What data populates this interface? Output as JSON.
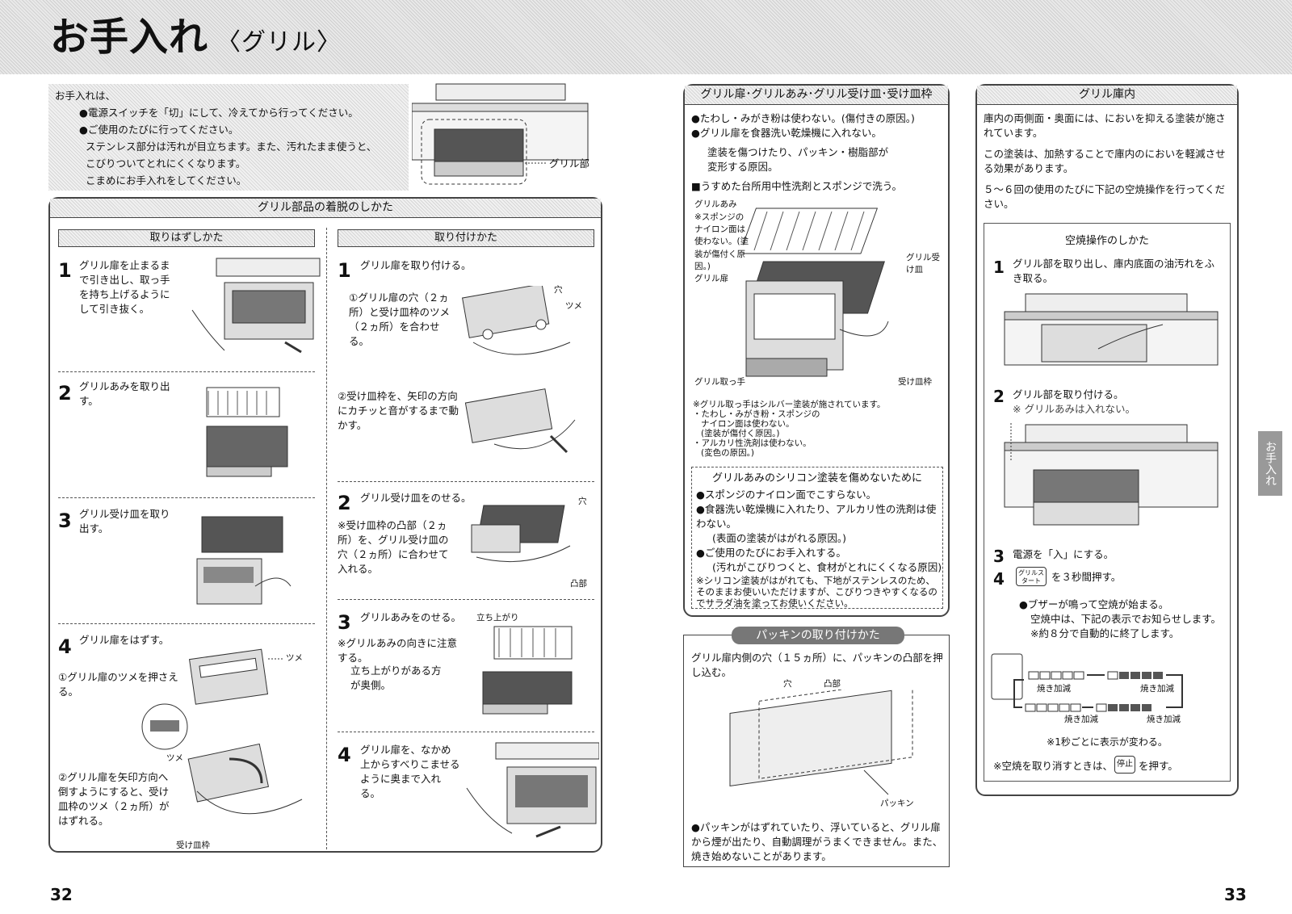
{
  "header": {
    "title": "お手入れ",
    "subtitle": "〈グリル〉"
  },
  "intro": {
    "lead": "お手入れは、",
    "b1": "●電源スイッチを「切」にして、冷えてから行ってください。",
    "b2": "●ご使用のたびに行ってください。",
    "l3": "ステンレス部分は汚れが目立ちます。また、汚れたまま使うと、",
    "l4": "こびりついてとれにくくなります。",
    "l5": "こまめにお手入れをしてください。",
    "label": "グリル部"
  },
  "parts": {
    "title": "グリル部品の着脱のしかた",
    "remove": {
      "title": "取りはずしかた",
      "s1": {
        "num": "1",
        "text": "グリル扉を止まるまで引き出し、取っ手を持ち上げるようにして引き抜く。"
      },
      "s2": {
        "num": "2",
        "text": "グリルあみを取り出す。"
      },
      "s3": {
        "num": "3",
        "text": "グリル受け皿を取り出す。"
      },
      "s4": {
        "num": "4",
        "text": "グリル扉をはずす。",
        "sub1": "①グリル扉のツメを押さえる。",
        "sub2": "②グリル扉を矢印方向へ倒すようにすると、受け皿枠のツメ（２ヵ所）がはずれる。",
        "tsume": "ツメ",
        "tsume2": "ツメ",
        "ukezara": "受け皿枠"
      }
    },
    "attach": {
      "title": "取り付けかた",
      "s1": {
        "num": "1",
        "text": "グリル扉を取り付ける。",
        "sub1": "①グリル扉の穴（２ヵ所）と受け皿枠のツメ（２ヵ所）を合わせる。",
        "sub2": "②受け皿枠を、矢印の方向にカチッと音がするまで動かす。",
        "ana": "穴",
        "tsume": "ツメ"
      },
      "s2": {
        "num": "2",
        "text": "グリル受け皿をのせる。",
        "note": "※受け皿枠の凸部（２ヵ所）を、グリル受け皿の穴（２ヵ所）に合わせて入れる。",
        "ana": "穴",
        "totsu": "凸部"
      },
      "s3": {
        "num": "3",
        "text": "グリルあみをのせる。",
        "note": "※グリルあみの向きに注意する。",
        "paren": "立ち上がりがある方が奥側。",
        "label": "立ち上がり"
      },
      "s4": {
        "num": "4",
        "text": "グリル扉を、なかめ上からすべりこませるように奥まで入れる。"
      }
    }
  },
  "right": {
    "box1": {
      "title": "グリル扉･グリルあみ･グリル受け皿･受け皿枠",
      "b1": "●たわし・みがき粉は使わない。(傷付きの原因。)",
      "b2": "●グリル扉を食器洗い乾燥機に入れない。",
      "paren1": "塗装を傷つけたり、パッキン・樹脂部が",
      "paren2": "変形する原因。",
      "wash": "■うすめた台所用中性洗剤とスポンジで洗う。",
      "l_ami": "グリルあみ",
      "l_sponge": "※スポンジのナイロン面は使わない。(塗装が傷付く原因。)",
      "l_door": "グリル扉",
      "l_tray": "グリル受け皿",
      "l_handle": "グリル取っ手",
      "l_frame": "受け皿枠",
      "n1": "※グリル取っ手はシルバー塗装が施されています。",
      "n2": "・たわし・みがき粉・スポンジの",
      "n3": "ナイロン面は使わない。",
      "n4": "(塗装が傷付く原因。)",
      "n5": "・アルカリ性洗剤は使わない。",
      "n6": "(変色の原因。)",
      "silicon": {
        "title": "グリルあみのシリコン塗装を傷めないために",
        "b1": "●スポンジのナイロン面でこすらない。",
        "b2": "●食器洗い乾燥機に入れたり、アルカリ性の洗剤は使わない。",
        "b2p": "(表面の塗装がはがれる原因。)",
        "b3": "●ご使用のたびにお手入れする。",
        "b3p": "(汚れがこびりつくと、食材がとれにくくなる原因)",
        "b4": "※シリコン塗装がはがれても、下地がステンレスのため、そのままお使いいただけますが、こびりつきやすくなるのでサラダ油を塗ってお使いください。"
      }
    },
    "box2": {
      "title": "パッキンの取り付けかた",
      "text": "グリル扉内側の穴（１５ヵ所）に、パッキンの凸部を押し込む。",
      "ana": "穴",
      "totsu": "凸部",
      "packing": "パッキン",
      "warn": "●パッキンがはずれていたり、浮いていると、グリル扉から煙が出たり、自動調理がうまくできません。また、焼き始めないことがあります。"
    },
    "box3": {
      "title": "グリル庫内",
      "p1": "庫内の両側面・奥面には、においを抑える塗装が施されています。",
      "p2": "この塗装は、加熱することで庫内のにおいを軽減させる効果があります。",
      "p3": "５～６回の使用のたびに下記の空焼操作を行ってください。",
      "op": {
        "title": "空焼操作のしかた",
        "s1": {
          "num": "1",
          "text": "グリル部を取り出し、庫内底面の油汚れをふき取る。"
        },
        "s2": {
          "num": "2",
          "text": "グリル部を取り付ける。",
          "note": "※ グリルあみは入れない。"
        },
        "s3": {
          "num": "3",
          "text": "電源を「入」にする。"
        },
        "s4": {
          "num": "4",
          "key": "グリルスタート",
          "text": "を３秒間押す。"
        },
        "b1": "●ブザーが鳴って空焼が始まる。",
        "b2": "空焼中は、下記の表示でお知らせします。",
        "b3": "※約８分で自動的に終了します。",
        "disp": "焼き加減",
        "note": "※1秒ごとに表示が変わる。",
        "cancel1": "※空焼を取り消すときは、",
        "stop": "停止",
        "cancel2": "を押す。"
      }
    }
  },
  "side": {
    "tab": "お手入れ"
  },
  "pages": {
    "left": "32",
    "right": "33"
  }
}
